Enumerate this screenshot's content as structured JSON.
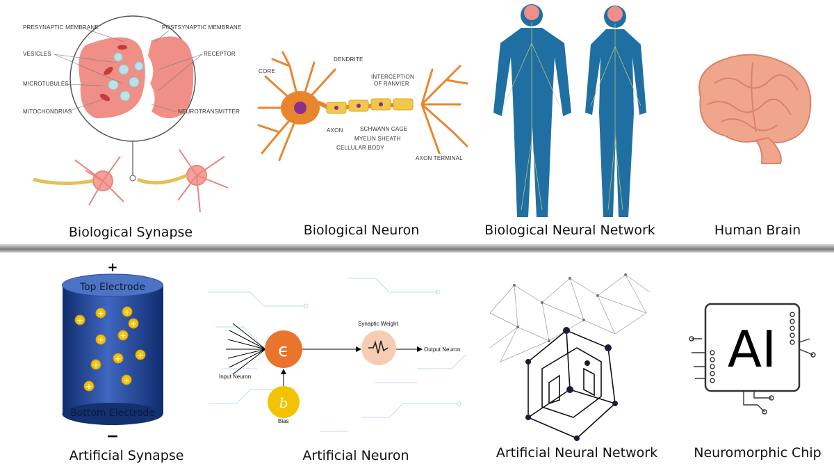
{
  "top_row": {
    "synapse": {
      "caption": "Biological Synapse",
      "labels": {
        "presynaptic": "PRESYNAPTIC MEMBRANE",
        "postsynaptic": "POSTSYNAPTIC MEMBRANE",
        "vesicles": "VESICLES",
        "receptor": "RECEPTOR",
        "microtubules": "MICROTUBULES",
        "mitochondrias": "MITOCHONDRIAS",
        "neurotransmitter": "NEUROTRANSMITTER"
      }
    },
    "neuron": {
      "caption": "Biological Neuron",
      "labels": {
        "dendrite": "DENDRITE",
        "core": "CORE",
        "interception1": "INTERCEPTION",
        "interception2": "OF RANVIER",
        "schwann": "SCHWANN CAGE",
        "axon": "AXON",
        "myelin": "MYELIN SHEATH",
        "cellular": "CELLULAR BODY",
        "terminal": "AXON TERMINAL"
      }
    },
    "network": {
      "caption": "Biological Neural Network"
    },
    "brain": {
      "caption": "Human Brain"
    }
  },
  "bottom_row": {
    "artificial_synapse": {
      "caption": "Artificial Synapse",
      "plus": "+",
      "minus": "−",
      "top_electrode": "Top Electrode",
      "bottom_electrode": "Bottom Electrode"
    },
    "artificial_neuron": {
      "caption": "Artificial Neuron",
      "sum_symbol": "ϵ",
      "bias_symbol": "b",
      "input_label": "Input Neuron",
      "weight_label": "Synaptic Weight",
      "output_label": "Output Neuron",
      "bias_label": "Bias"
    },
    "artificial_network": {
      "caption": "Artificial Neural Network"
    },
    "chip": {
      "caption": "Neuromorphic Chip",
      "chip_text": "AI"
    }
  },
  "colors": {
    "neuron_orange": "#e8862e",
    "synapse_pink": "#f0a39a",
    "body_blue": "#1f6fa3",
    "brain_pink": "#f0a68c",
    "cylinder_blue": "#1d3f8f",
    "ion_yellow": "#f5c000",
    "sum_orange": "#e9742c"
  }
}
